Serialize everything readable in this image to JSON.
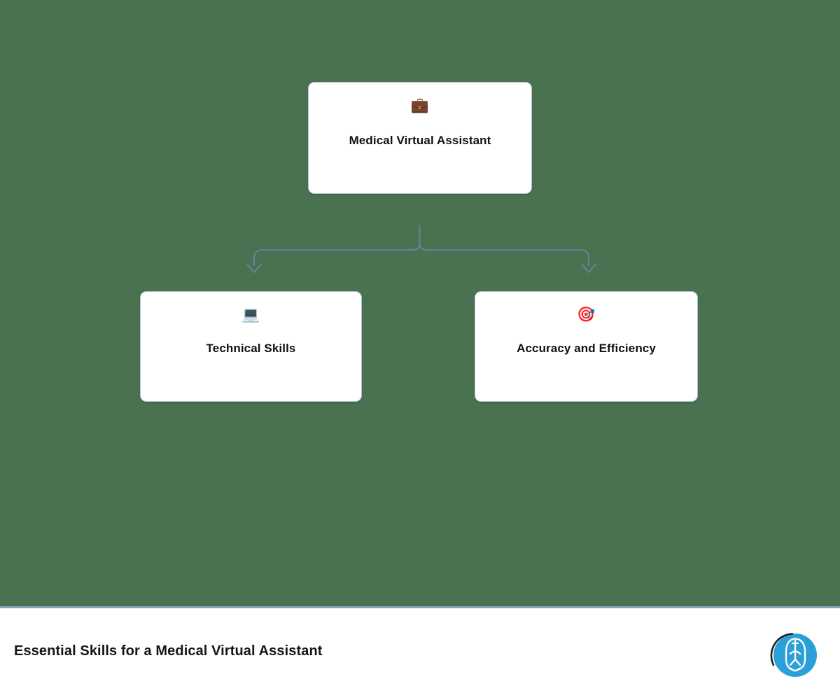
{
  "canvas": {
    "background_color": "#4a7150",
    "connector_color": "#6b7f99"
  },
  "diagram": {
    "type": "hierarchy",
    "root": {
      "icon": "briefcase-emoji",
      "icon_glyph": "💼",
      "label": "Medical Virtual Assistant"
    },
    "children": [
      {
        "icon": "laptop-emoji",
        "icon_glyph": "💻",
        "label": "Technical Skills"
      },
      {
        "icon": "target-dart-emoji",
        "icon_glyph": "🎯",
        "label": "Accuracy and Efficiency"
      }
    ]
  },
  "footer": {
    "title": "Essential Skills for a Medical Virtual Assistant",
    "logo": {
      "name": "medical-virtual-assistant-logo",
      "disc_color": "#2ba0d8",
      "arc_color": "#231f20",
      "line_color": "#ffffff"
    },
    "divider_color": "#8ba3b5"
  }
}
